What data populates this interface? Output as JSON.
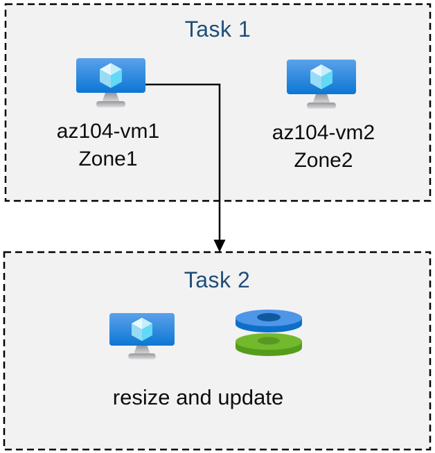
{
  "task1": {
    "title": "Task 1",
    "vms": [
      {
        "name": "az104-vm1",
        "zone": "Zone1",
        "icon": "virtual-machine-icon"
      },
      {
        "name": "az104-vm2",
        "zone": "Zone2",
        "icon": "virtual-machine-icon"
      }
    ]
  },
  "task2": {
    "title": "Task 2",
    "caption": "resize and update",
    "icons": [
      "virtual-machine-icon",
      "managed-disks-icon"
    ]
  },
  "connector": {
    "from": "az104-vm1",
    "to": "Task 2",
    "style": "elbow-arrow"
  },
  "colors": {
    "box_fill": "#f2f2f2",
    "box_border": "#000000",
    "title_text": "#1f4e79",
    "label_text": "#0d0d0d",
    "vm_screen_top": "#5ba1ea",
    "vm_screen_bottom": "#0b77d4",
    "disk_blue_top": "#4e96e8",
    "disk_blue_side": "#0d6fc8",
    "disk_blue_hole": "#11599f",
    "disk_green_top": "#73b92d",
    "disk_green_side": "#569c1c",
    "disk_green_hole": "#5a9722"
  }
}
